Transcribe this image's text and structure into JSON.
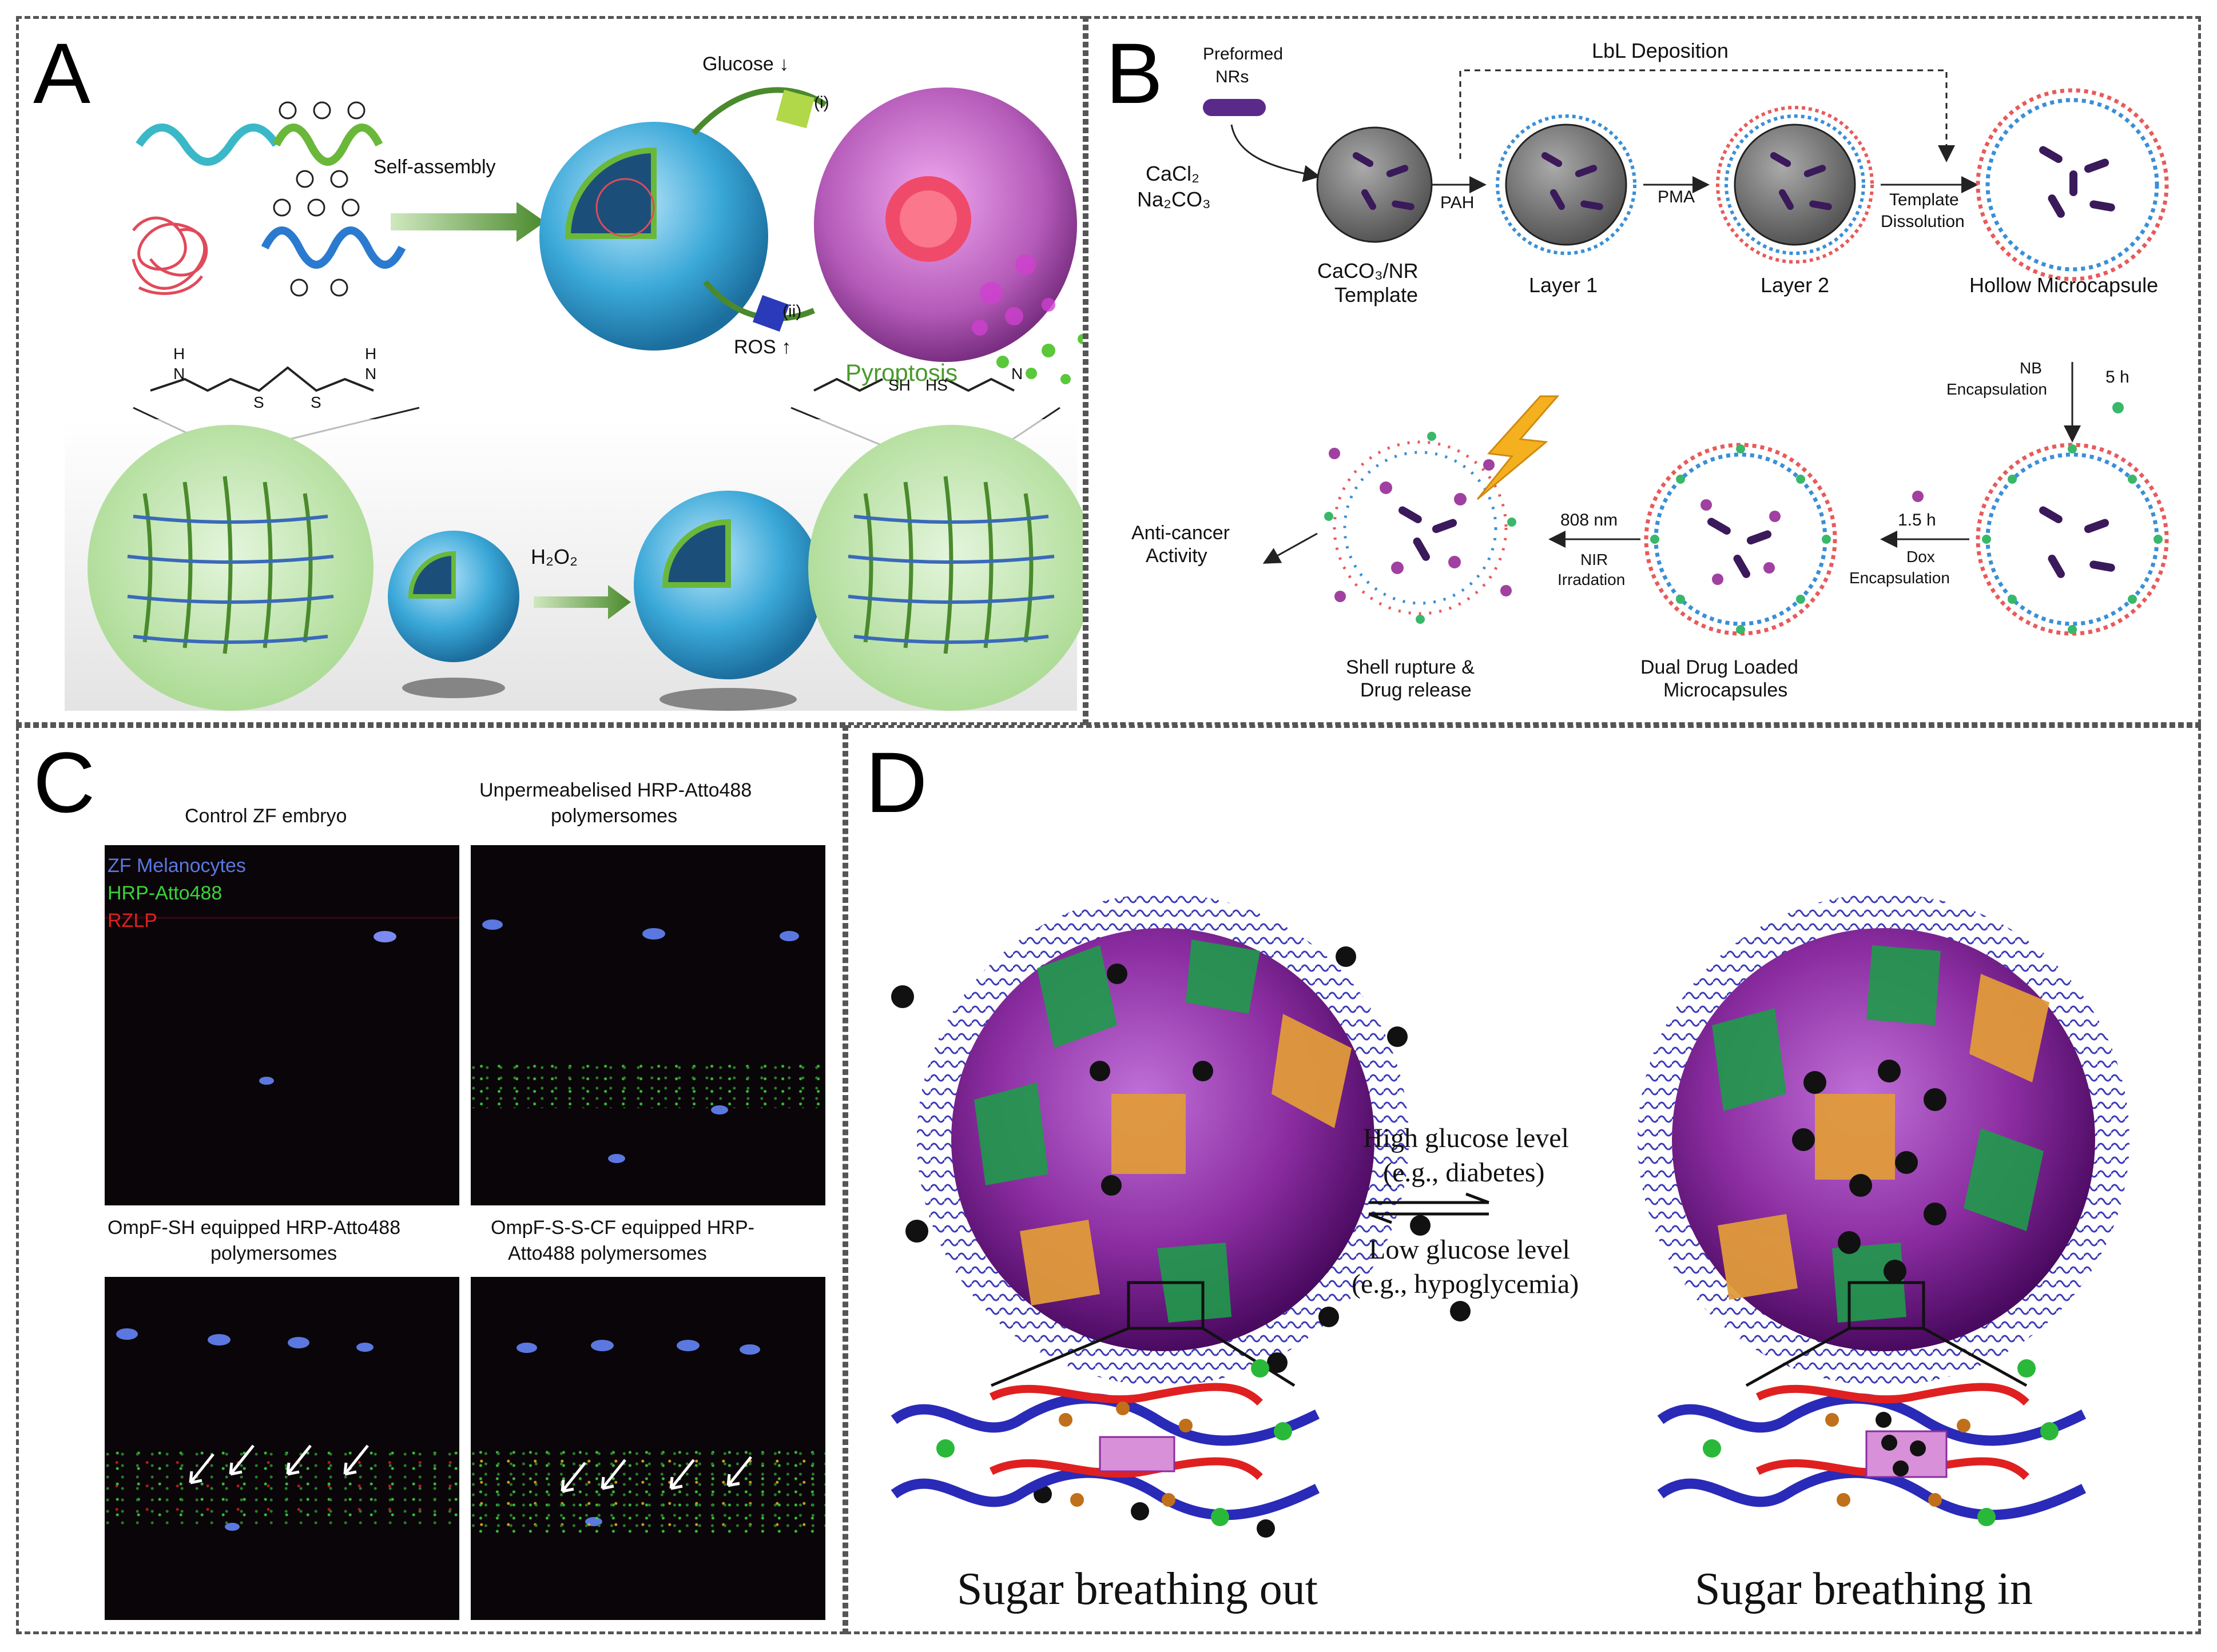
{
  "panels": {
    "A": {
      "label": "A",
      "self_assembly": "Self-assembly",
      "glucose": "Glucose ↓",
      "ros": "ROS ↑",
      "step_i": "(i)",
      "step_ii": "(ii)",
      "pyroptosis": "Pyroptosis",
      "h2o2": "H₂O₂",
      "chem_left_n": "N",
      "chem_left_h": "H",
      "chem_s1": "S",
      "chem_s2": "S",
      "chem_sh": "SH",
      "chem_hs": "HS",
      "chem_right_n": "N",
      "chem_right_h": "H"
    },
    "B": {
      "label": "B",
      "preformed": "Preformed",
      "nrs": "NRs",
      "lbl_deposition": "LbL Deposition",
      "cacl2": "CaCl₂",
      "na2co3": "Na₂CO₃",
      "pah": "PAH",
      "pma": "PMA",
      "template_dissolution_1": "Template",
      "template_dissolution_2": "Dissolution",
      "template_1": "CaCO₃/NR",
      "template_2": "Template",
      "layer1": "Layer 1",
      "layer2": "Layer 2",
      "hollow": "Hollow Microcapsule",
      "nb_1": "NB",
      "nb_2": "Encapsulation",
      "nb_time": "5 h",
      "dox_time": "1.5 h",
      "dox_1": "Dox",
      "dox_2": "Encapsulation",
      "nir_1": "808 nm",
      "nir_2": "NIR",
      "nir_3": "Irradation",
      "dual_1": "Dual Drug Loaded",
      "dual_2": "Microcapsules",
      "rupture_1": "Shell rupture &",
      "rupture_2": "Drug release",
      "anticancer_1": "Anti-cancer",
      "anticancer_2": "Activity"
    },
    "C": {
      "label": "C",
      "title_tl": "Control ZF embryo",
      "title_tr_1": "Unpermeabelised HRP-Atto488",
      "title_tr_2": "polymersomes",
      "title_bl_1": "OmpF-SH equipped HRP-Atto488",
      "title_bl_2": "polymersomes",
      "title_br_1": "OmpF-S-S-CF equipped HRP-",
      "title_br_2": "Atto488 polymersomes",
      "legend": [
        "ZF Melanocytes",
        "HRP-Atto488",
        "RZLP"
      ],
      "legend_colors": [
        "#5a78e0",
        "#3ad23a",
        "#e02020"
      ]
    },
    "D": {
      "label": "D",
      "high_1": "High glucose level",
      "high_2": "(e.g., diabetes)",
      "low_1": "Low glucose level",
      "low_2": "(e.g., hypoglycemia)",
      "out": "Sugar breathing out",
      "in": "Sugar breathing in"
    }
  },
  "colors": {
    "panel_border": "#555555",
    "green_arrow": "#5a8f3c",
    "sphere_blue": "#3aa8d8",
    "capsule_blue": "#3a8fd6",
    "capsule_red": "#e85a5a",
    "purple_sphere": "#8a2ca0",
    "brush_blue": "#3a3ab8",
    "green_patch": "#1f9a4a",
    "orange_patch": "#e09a3a"
  }
}
